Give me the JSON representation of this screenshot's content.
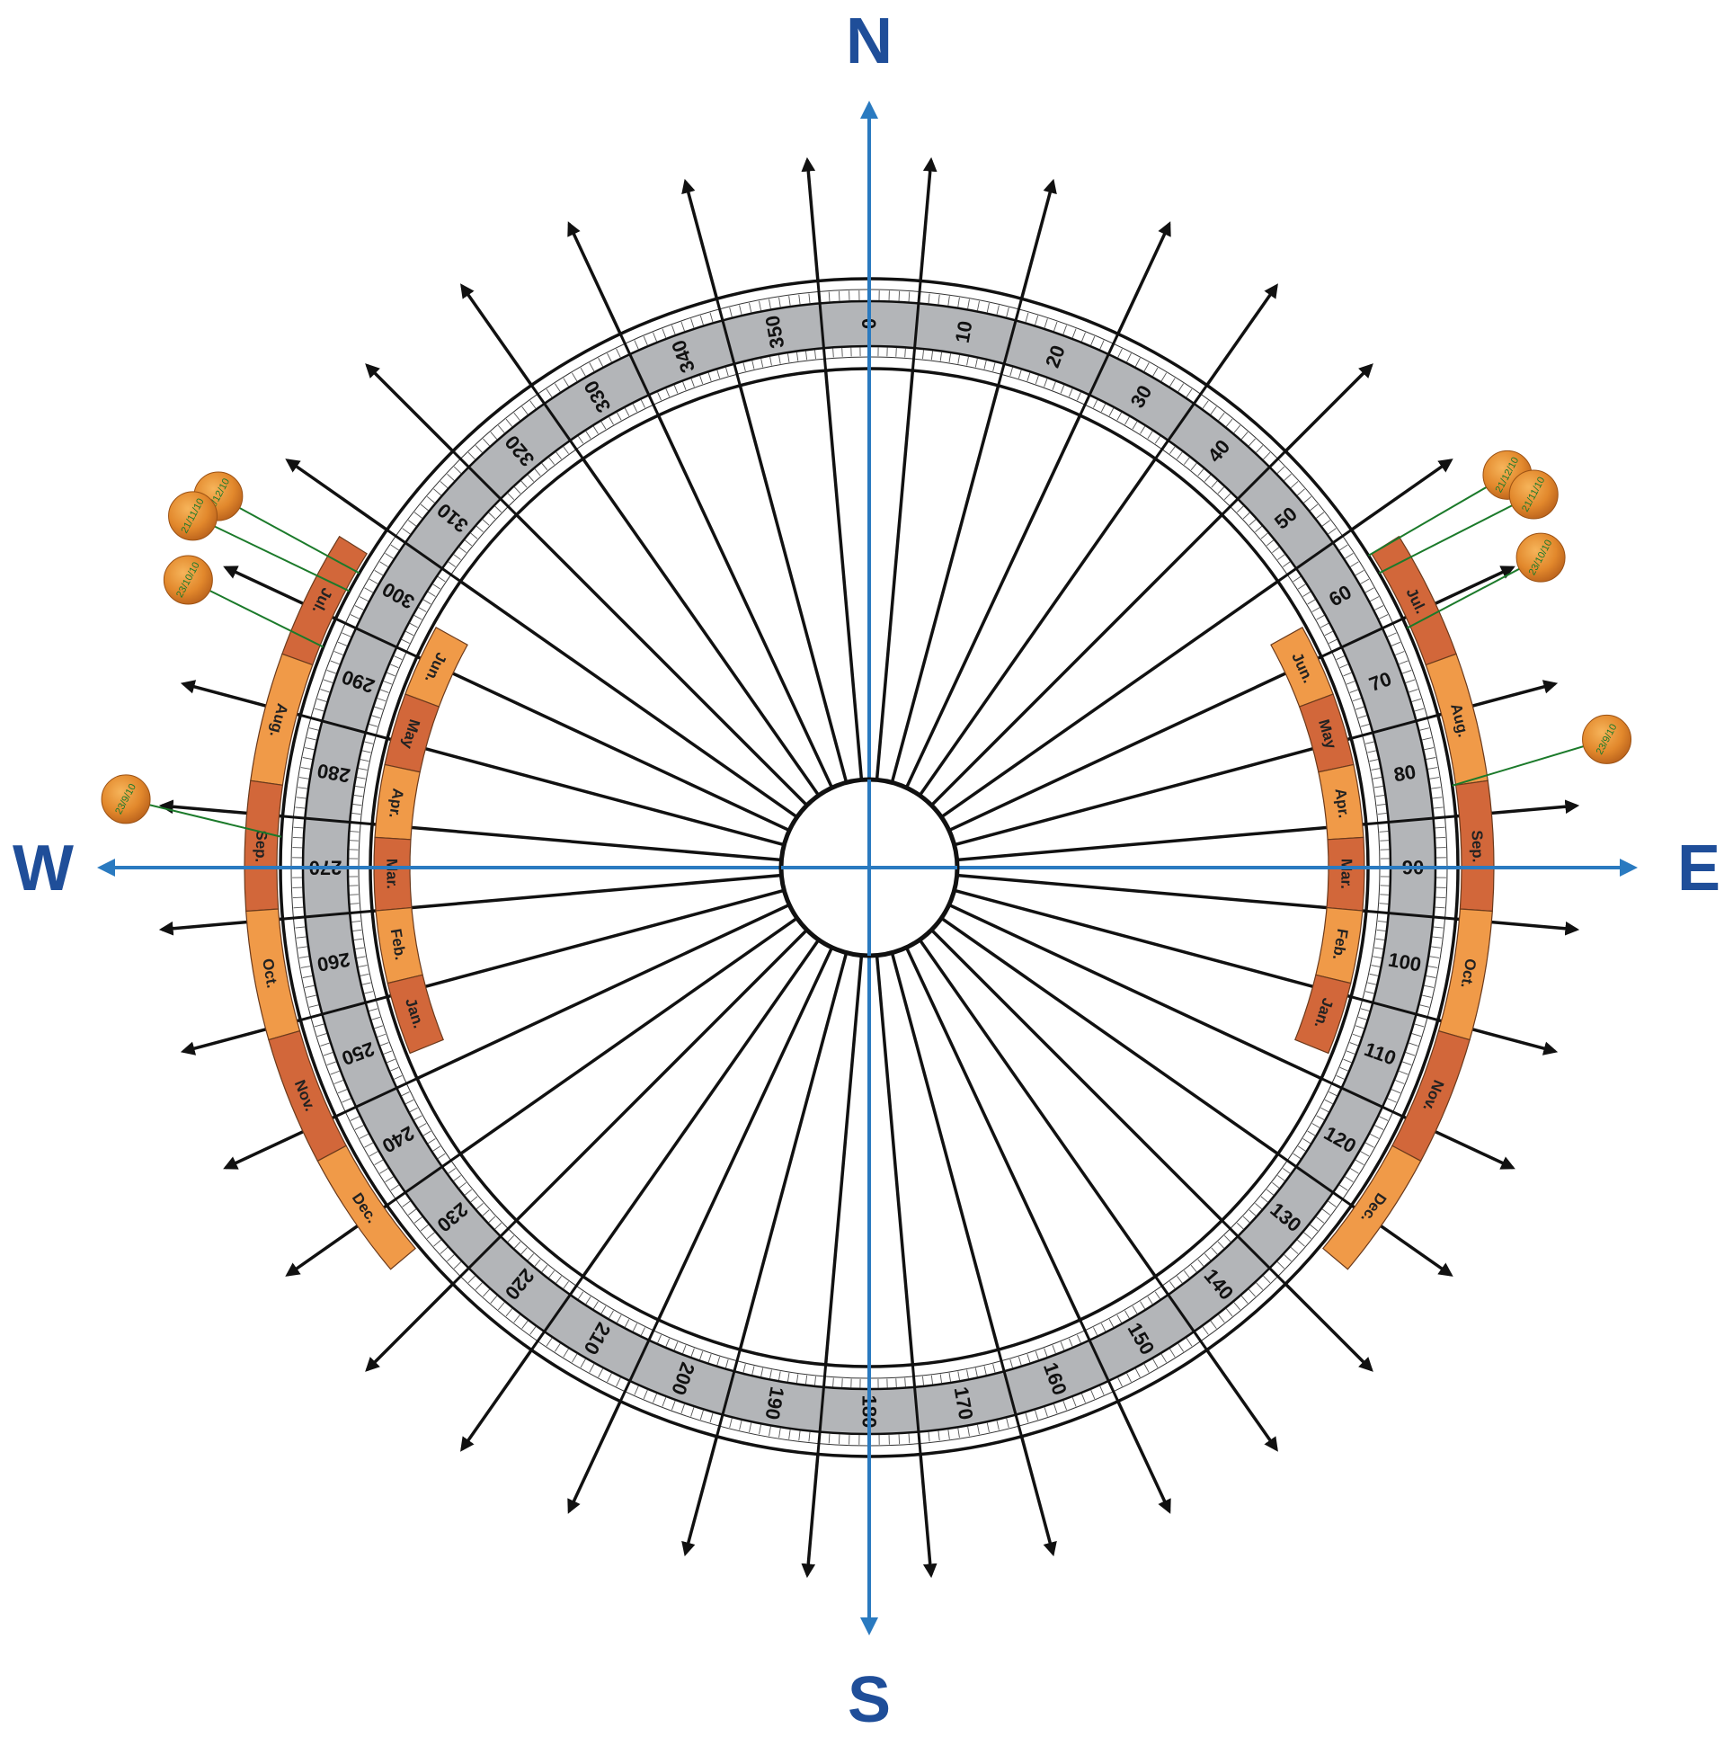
{
  "colors": {
    "cardinal_text": "#1f4e99",
    "axis": "#2a7ac0",
    "ring": "#b3b5b8",
    "ring_border": "#111111",
    "spoke": "#111111",
    "month_dark": "#d2673a",
    "month_light": "#f09a48",
    "moon": "#e2882c",
    "moon_line": "#1b7a2a"
  },
  "icons": {
    "moon": "moon-icon",
    "arrow": "arrowhead-icon"
  },
  "cardinals": [
    {
      "id": "north",
      "label": "N"
    },
    {
      "id": "east",
      "label": "E"
    },
    {
      "id": "south",
      "label": "S"
    },
    {
      "id": "west",
      "label": "W"
    }
  ],
  "degree_labels": [
    "0",
    "10",
    "20",
    "30",
    "40",
    "50",
    "60",
    "70",
    "80",
    "90",
    "100",
    "110",
    "120",
    "130",
    "140",
    "150",
    "160",
    "170",
    "180",
    "190",
    "200",
    "210",
    "220",
    "230",
    "240",
    "250",
    "260",
    "270",
    "280",
    "290",
    "300",
    "310",
    "320",
    "330",
    "340",
    "350"
  ],
  "months_outer_east": [
    {
      "label": "Jul.",
      "tone": "dark"
    },
    {
      "label": "Aug.",
      "tone": "light"
    },
    {
      "label": "Sep.",
      "tone": "dark"
    },
    {
      "label": "Oct.",
      "tone": "light"
    },
    {
      "label": "Nov.",
      "tone": "dark"
    },
    {
      "label": "Dec.",
      "tone": "light"
    }
  ],
  "months_inner_east": [
    {
      "label": "Jun.",
      "tone": "light"
    },
    {
      "label": "May",
      "tone": "dark"
    },
    {
      "label": "Apr.",
      "tone": "light"
    },
    {
      "label": "Mar.",
      "tone": "dark"
    },
    {
      "label": "Feb.",
      "tone": "light"
    },
    {
      "label": "Jan.",
      "tone": "dark"
    }
  ],
  "months_outer_west": [
    {
      "label": "Jul.",
      "tone": "dark"
    },
    {
      "label": "Aug.",
      "tone": "light"
    },
    {
      "label": "Sep.",
      "tone": "dark"
    },
    {
      "label": "Oct.",
      "tone": "light"
    },
    {
      "label": "Nov.",
      "tone": "dark"
    },
    {
      "label": "Dec.",
      "tone": "light"
    }
  ],
  "months_inner_west": [
    {
      "label": "Jun.",
      "tone": "light"
    },
    {
      "label": "May",
      "tone": "dark"
    },
    {
      "label": "Apr.",
      "tone": "light"
    },
    {
      "label": "Mar.",
      "tone": "dark"
    },
    {
      "label": "Feb.",
      "tone": "light"
    },
    {
      "label": "Jan.",
      "tone": "dark"
    }
  ],
  "moons_east": [
    {
      "label": "21/12/10",
      "azimuth": 58
    },
    {
      "label": "21/11/10",
      "azimuth": 60
    },
    {
      "label": "23/10/10",
      "azimuth": 66
    },
    {
      "label": "23/9/10",
      "azimuth": 82
    }
  ],
  "moons_west": [
    {
      "label": "21/12/10",
      "azimuth": 300
    },
    {
      "label": "21/11/10",
      "azimuth": 298
    },
    {
      "label": "23/10/10",
      "azimuth": 292
    },
    {
      "label": "23/9/10",
      "azimuth": 273
    }
  ]
}
